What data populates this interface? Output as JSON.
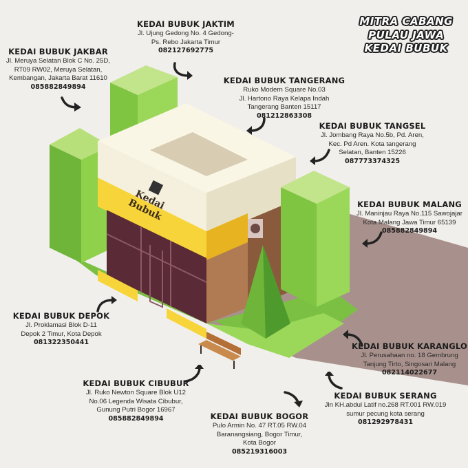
{
  "title": {
    "line1": "MITRA CABANG",
    "line2": "PULAU JAWA",
    "line3": "KEDAI BUBUK"
  },
  "sign": {
    "line1": "Kedai",
    "line2": "Bubuk",
    "script": "Bubuk"
  },
  "colors": {
    "background": "#f1efeb",
    "roof_cream": "#f4f0dd",
    "band_yellow": "#f7d53a",
    "wall_brown": "#b07a52",
    "window_maroon": "#5a2a36",
    "tree_green": "#8fd14a",
    "grass_green": "#7bc043",
    "shadow": "#a08682"
  },
  "branches": {
    "jaktim": {
      "name": "KEDAI BUBUK JAKTIM",
      "addr1": "Jl. Ujung Gedong No. 4 Gedong-",
      "addr2": "Ps. Rebo Jakarta Timur",
      "phone": "082127692775"
    },
    "jakbar": {
      "name": "KEDAI BUBUK JAKBAR",
      "addr1": "Jl. Meruya Selatan Blok C No. 25D,",
      "addr2": "RT09 RW02, Meruya Selatan,",
      "addr3": "Kembangan, Jakarta Barat 11610",
      "phone": "085882849894"
    },
    "tangerang": {
      "name": "KEDAI BUBUK TANGERANG",
      "addr1": "Ruko Modern Square No.03",
      "addr2": "Jl. Hartono Raya Kelapa Indah",
      "addr3": "Tangerang Banten 15117",
      "phone": "081212863308"
    },
    "tangsel": {
      "name": "KEDAI BUBUK TANGSEL",
      "addr1": "Jl. Jombang Raya No.5b, Pd. Aren,",
      "addr2": "Kec. Pd Aren. Kota tangerang",
      "addr3": "Selatan, Banten 15226",
      "phone": "087773374325"
    },
    "malang": {
      "name": "KEDAI BUBUK MALANG",
      "addr1": "Jl. Maninjau Raya No.115 Sawojajar",
      "addr2": "Kota Malang Jawa Timur 65139",
      "phone": "085882849894"
    },
    "depok": {
      "name": "KEDAI BUBUK DEPOK",
      "addr1": "Jl. Proklamasi Blok D-11",
      "addr2": "Depok 2 Timur, Kota Depok",
      "phone": "081322350441"
    },
    "karanglo": {
      "name": "KEDAI BUBUK KARANGLO",
      "addr1": "Jl. Perusahaan no. 18 Gembrung",
      "addr2": "Tanjung Tirto, Singosari Malang",
      "phone": "082114022677"
    },
    "cibubur": {
      "name": "KEDAI BUBUK CIBUBUR",
      "addr1": "Jl. Ruko Newton Square Blok U12",
      "addr2": "No.06 Legenda Wisata Cibubur,",
      "addr3": "Gunung Putri Bogor 16967",
      "phone": "085882849894"
    },
    "serang": {
      "name": "KEDAI BUBUK SERANG",
      "addr1": "Jln KH.abdul Latif no.268 RT.001 RW.019",
      "addr2": "sumur pecung kota serang",
      "phone": "081292978431"
    },
    "bogor": {
      "name": "KEDAI BUBUK BOGOR",
      "addr1": "Pulo Armin No. 47 RT.05 RW.04",
      "addr2": "Baranangsiang, Bogor Timur,",
      "addr3": "Kota Bogor",
      "phone": "085219316003"
    }
  }
}
